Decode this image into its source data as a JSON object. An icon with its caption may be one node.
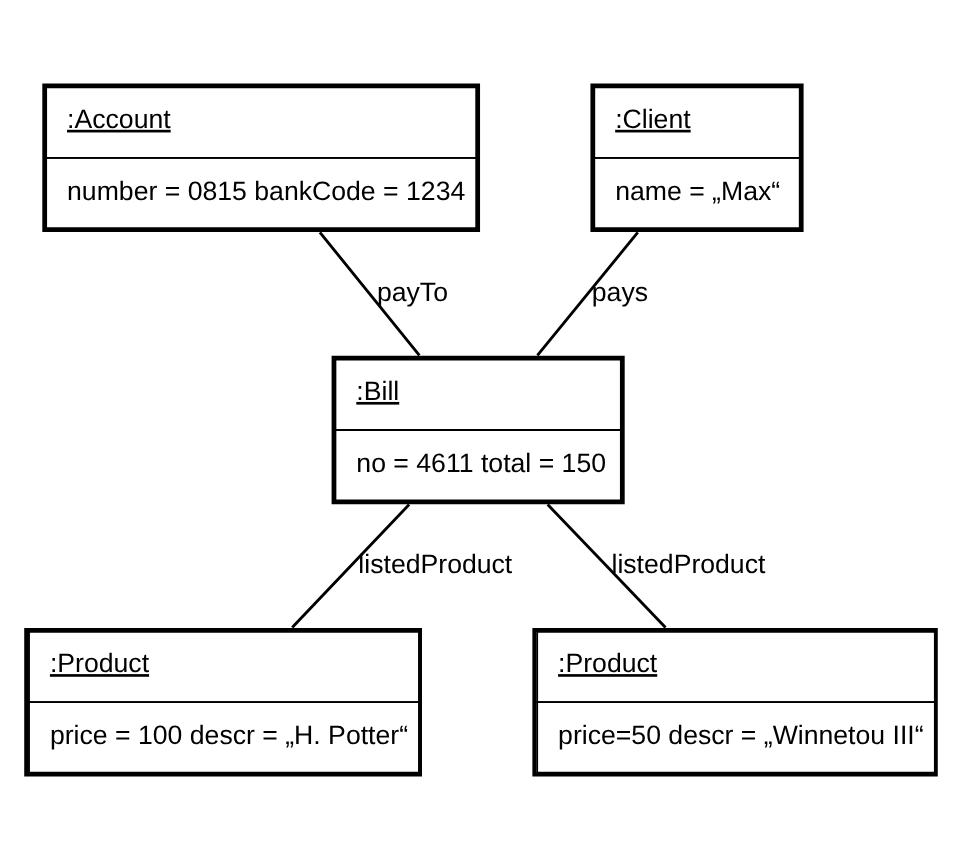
{
  "diagram": {
    "nodes": [
      {
        "text": [
          ":Account",
          "number = 0815 bankCode = 1234"
        ]
      },
      {
        "text": [
          ":Client",
          "name = „Max“"
        ]
      },
      {
        "text": [
          ":Bill",
          "no = 4611 total = 150"
        ]
      },
      {
        "text": [
          ":Product",
          "price = 100 descr = „H. Potter“"
        ]
      },
      {
        "text": [
          ":Product",
          "price=50 descr = „Winnetou III“"
        ]
      }
    ],
    "edges": [
      {
        "from": 0,
        "to": 2,
        "arrow": "none",
        "label": "payTo"
      },
      {
        "from": 1,
        "to": 2,
        "arrow": "none",
        "label": "pays"
      },
      {
        "from": 2,
        "to": 3,
        "arrow": "none",
        "label": "listedProduct"
      },
      {
        "from": 2,
        "to": 4,
        "arrow": "none",
        "label": "listedProduct"
      }
    ]
  }
}
